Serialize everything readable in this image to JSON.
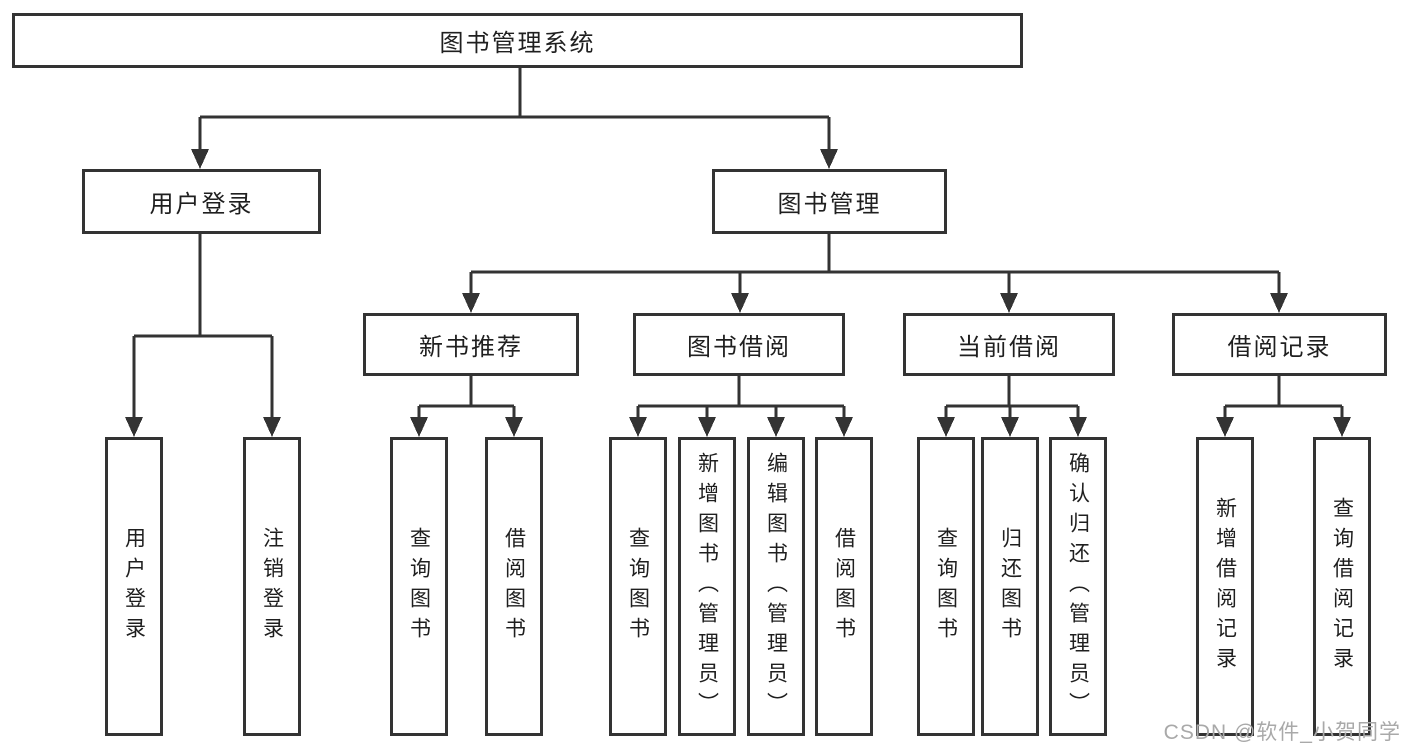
{
  "diagram": {
    "root": {
      "label": "图书管理系统"
    },
    "user_login": {
      "label": "用户登录",
      "children": [
        {
          "label": "用户登录"
        },
        {
          "label": "注销登录"
        }
      ]
    },
    "book_management": {
      "label": "图书管理",
      "sections": [
        {
          "label": "新书推荐",
          "children": [
            {
              "label": "查询图书"
            },
            {
              "label": "借阅图书"
            }
          ]
        },
        {
          "label": "图书借阅",
          "children": [
            {
              "label": "查询图书"
            },
            {
              "label": "新增图书（管理员）"
            },
            {
              "label": "编辑图书（管理员）"
            },
            {
              "label": "借阅图书"
            }
          ]
        },
        {
          "label": "当前借阅",
          "children": [
            {
              "label": "查询图书"
            },
            {
              "label": "归还图书"
            },
            {
              "label": "确认归还（管理员）"
            }
          ]
        },
        {
          "label": "借阅记录",
          "children": [
            {
              "label": "新增借阅记录"
            },
            {
              "label": "查询借阅记录"
            }
          ]
        }
      ]
    }
  },
  "watermark": {
    "text": "CSDN @软件_小贺同学",
    "color": "#a9a9a9"
  },
  "colors": {
    "line": "#333333",
    "text": "#1f1f1f",
    "box_background": "#ffffff",
    "page_background": "#ffffff"
  }
}
